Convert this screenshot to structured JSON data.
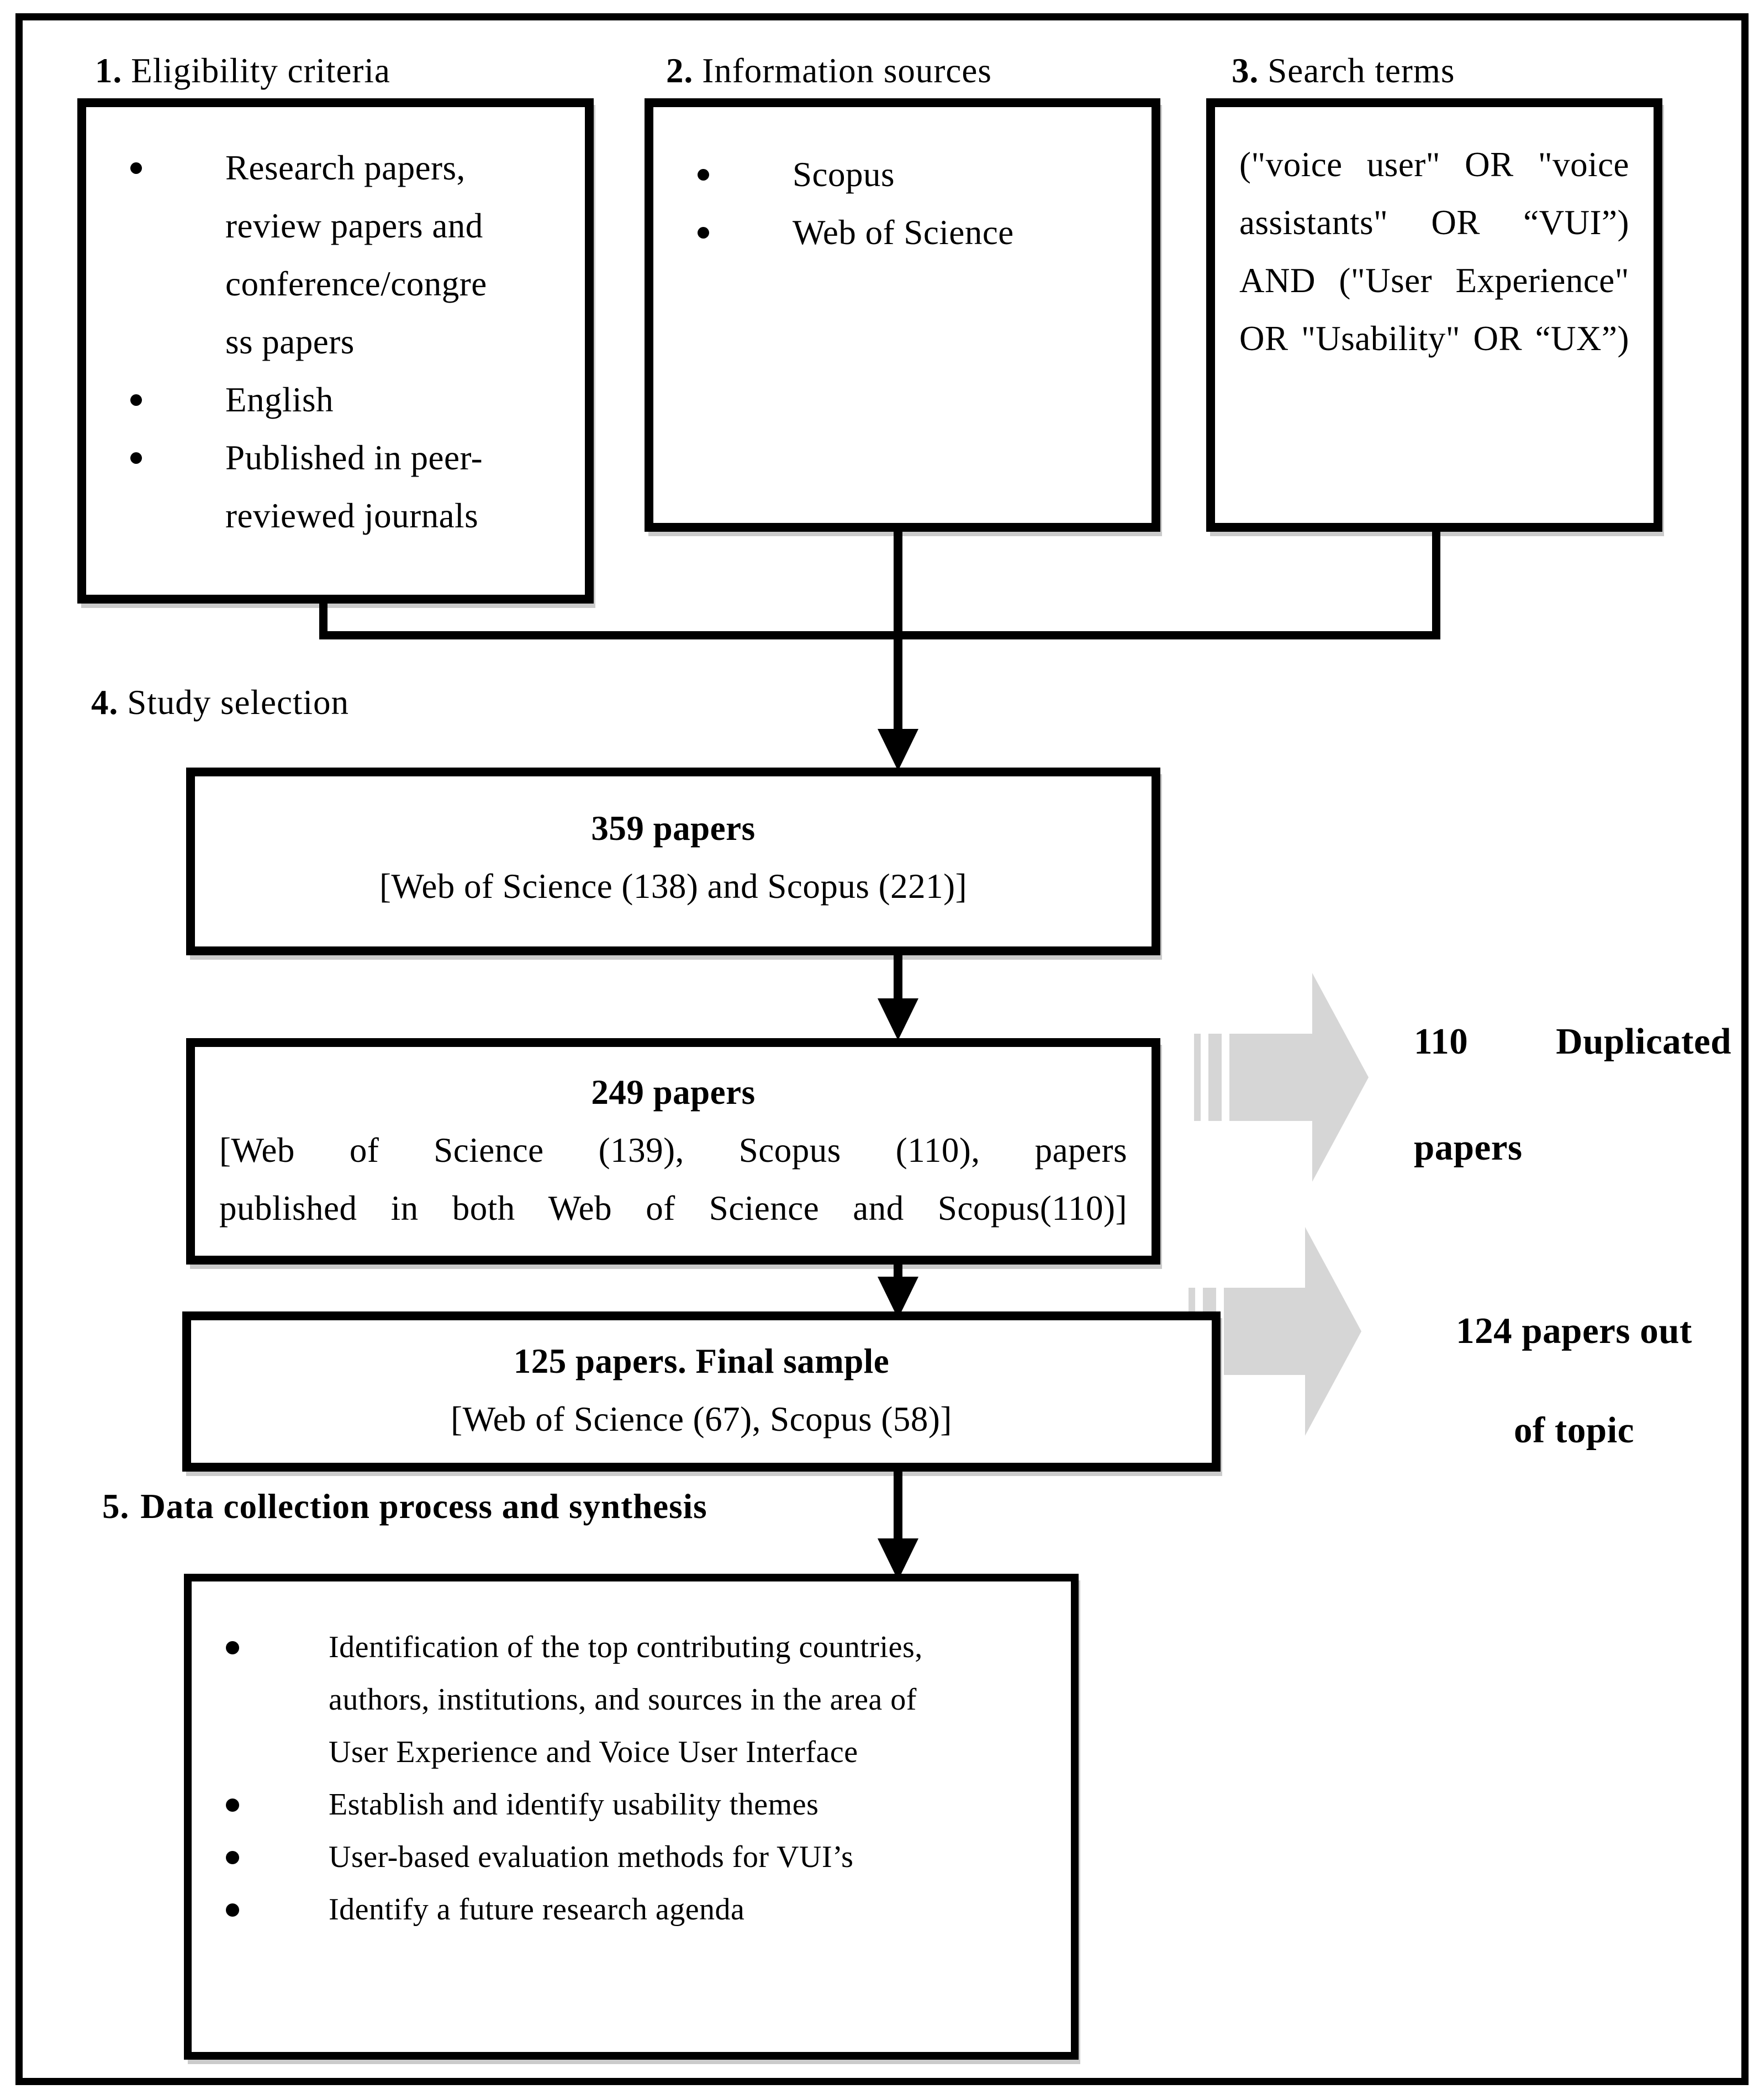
{
  "colors": {
    "background": "#ffffff",
    "line": "#000000",
    "gray_arrow": "#d6d6d6"
  },
  "sections": {
    "eligibility": {
      "num": "1.",
      "title": "Eligibility criteria"
    },
    "sources": {
      "num": "2.",
      "title": "Information sources"
    },
    "search": {
      "num": "3.",
      "title": "Search terms"
    },
    "selection": {
      "num": "4.",
      "title": "Study selection"
    },
    "synthesis": {
      "num": "5.",
      "title": "Data collection process and synthesis"
    }
  },
  "eligibility": {
    "items": [
      "Research papers,\nreview papers and\nconference/congre\nss papers",
      "English",
      "Published in peer-\nreviewed journals"
    ]
  },
  "information_sources": {
    "items": [
      "Scopus",
      "Web of Science"
    ]
  },
  "search_terms": {
    "query": "(\"voice user\" OR \"voice\nassistants\" OR “VUI”)\nAND (\"User Experience\"\nOR \"Usability\" OR “UX”)"
  },
  "flow": {
    "box_359": {
      "title": "359 papers",
      "detail": "[Web of Science (138) and Scopus (221)]"
    },
    "box_249": {
      "title": "249 papers",
      "detail": "[Web of Science (139), Scopus (110), papers\npublished in both Web of Science and Scopus(110)]"
    },
    "box_125": {
      "title": "125 papers. Final sample",
      "detail": "[Web of Science (67), Scopus (58)]"
    }
  },
  "exclusions": {
    "duplicated": "110 Duplicated\npapers",
    "out_of_topic": "124 papers out\nof topic"
  },
  "synthesis": {
    "items": [
      "Identification of the top contributing countries,\nauthors, institutions, and sources in the area of\nUser Experience and Voice User Interface",
      "Establish and identify usability themes",
      "User-based evaluation methods for VUI’s",
      "Identify a future research agenda"
    ]
  }
}
